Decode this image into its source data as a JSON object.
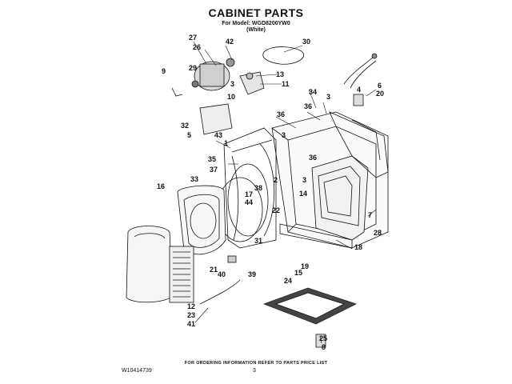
{
  "header": {
    "title": "CABINET PARTS",
    "model_line": "For Model: WGD8200YW0",
    "color_line": "(White)"
  },
  "footer": {
    "ordering_note": "FOR ORDERING INFORMATION REFER TO PARTS PRICE LIST",
    "doc_number": "W10414739",
    "page_number": "3"
  },
  "callouts": [
    "27",
    "26",
    "42",
    "30",
    "29",
    "9",
    "3",
    "13",
    "11",
    "10",
    "4",
    "6",
    "20",
    "34",
    "36",
    "3",
    "32",
    "5",
    "36",
    "43",
    "1",
    "35",
    "3",
    "37",
    "33",
    "2",
    "3",
    "14",
    "38",
    "16",
    "17",
    "44",
    "22",
    "36",
    "7",
    "28",
    "31",
    "18",
    "21",
    "40",
    "39",
    "24",
    "15",
    "19",
    "12",
    "23",
    "41",
    "25",
    "8"
  ]
}
